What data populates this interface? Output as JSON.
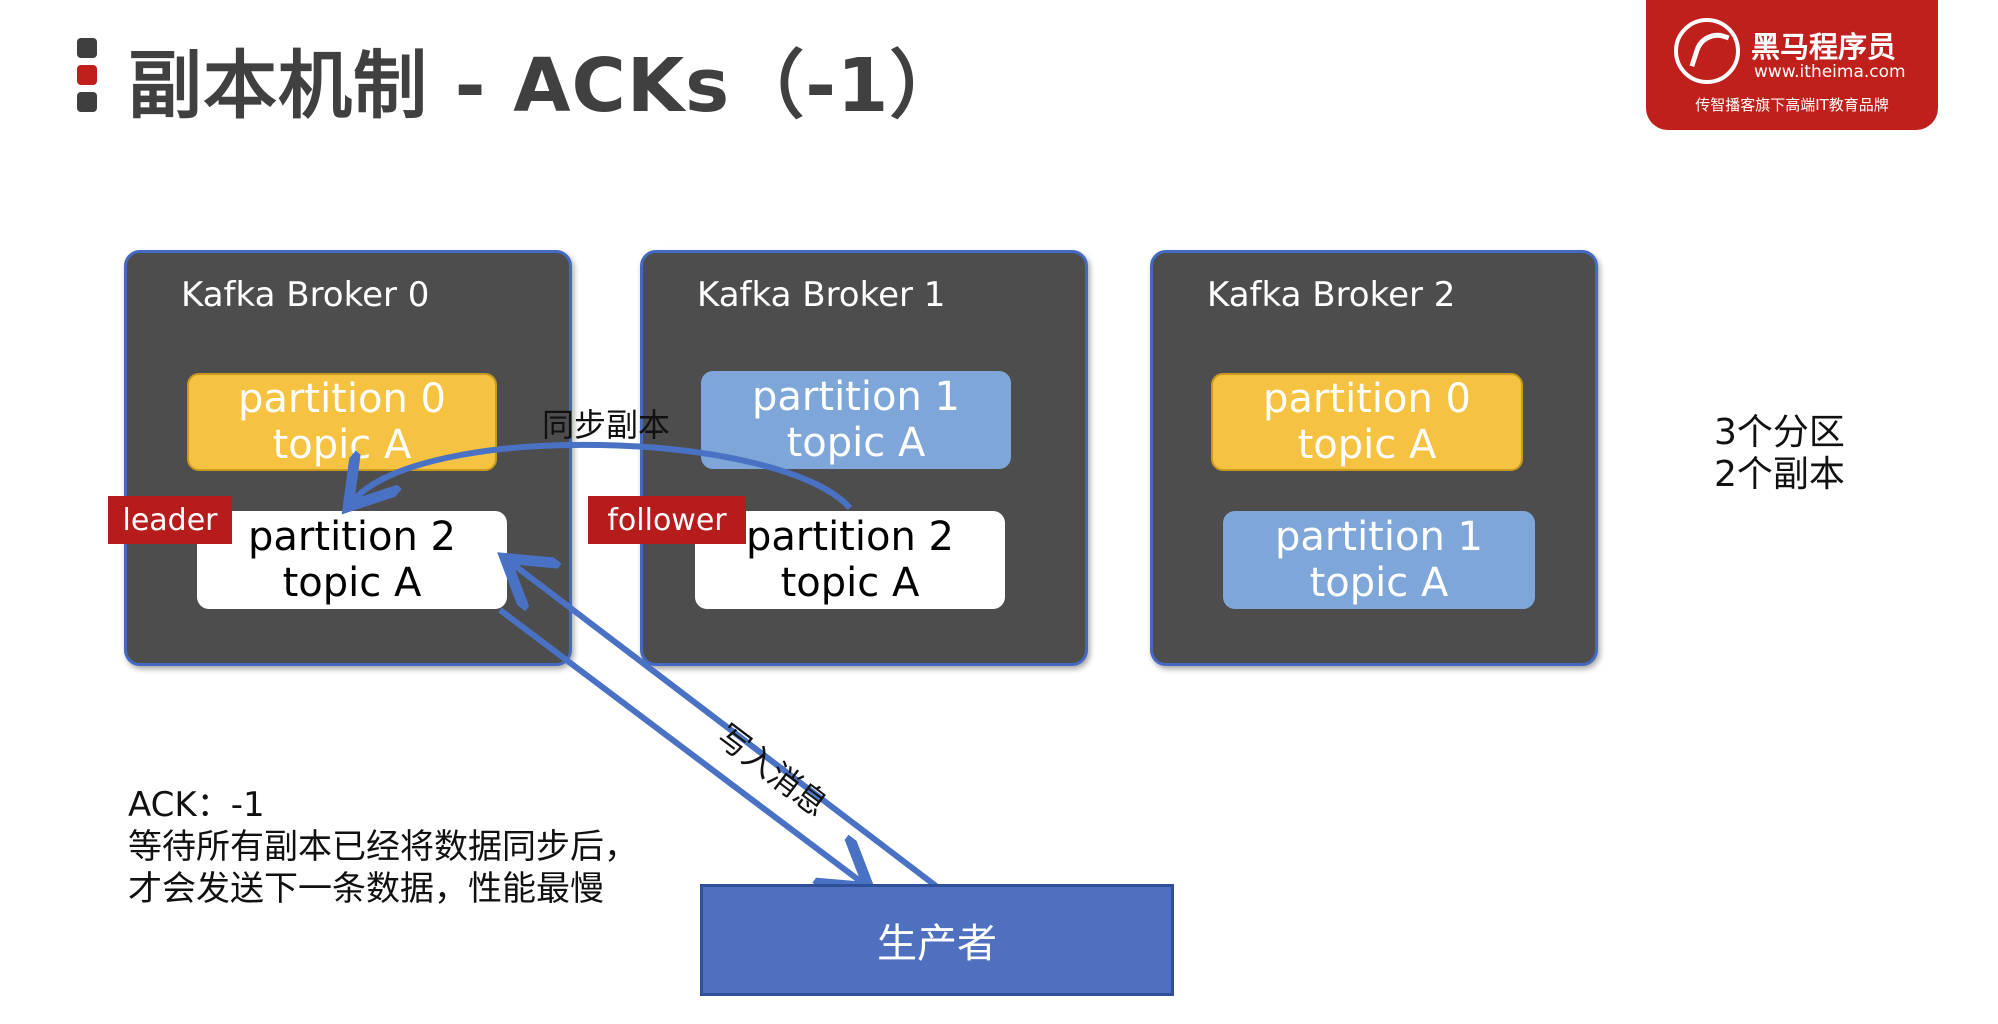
{
  "title": "副本机制 - ACKs（-1）",
  "logo": {
    "name": "黑马程序员",
    "url": "www.itheima.com",
    "slogan": "传智播客旗下高端IT教育品牌"
  },
  "brokers": [
    {
      "title": "Kafka Broker 0",
      "partitions": [
        {
          "line1": "partition 0",
          "line2": "topic A",
          "color": "#f5c242"
        },
        {
          "line1": "partition 2",
          "line2": "topic A",
          "color": "#ffffff"
        }
      ],
      "tag": "leader"
    },
    {
      "title": "Kafka Broker 1",
      "partitions": [
        {
          "line1": "partition 1",
          "line2": "topic A",
          "color": "#7ea6d8"
        },
        {
          "line1": "partition 2",
          "line2": "topic A",
          "color": "#ffffff"
        }
      ],
      "tag": "follower"
    },
    {
      "title": "Kafka Broker 2",
      "partitions": [
        {
          "line1": "partition 0",
          "line2": "topic A",
          "color": "#f5c242"
        },
        {
          "line1": "partition 1",
          "line2": "topic A",
          "color": "#7ea6d8"
        }
      ]
    }
  ],
  "sync_label": "同步副本",
  "write_label": "写入消息",
  "side_note": {
    "line1": "3个分区",
    "line2": "2个副本"
  },
  "ack_note": {
    "line1": "ACK：-1",
    "line2": "等待所有副本已经将数据同步后，",
    "line3": "才会发送下一条数据，性能最慢"
  },
  "producer": "生产者",
  "colors": {
    "accent": "#c0201c",
    "arrow": "#4a72c4",
    "broker": "#4d4d4d",
    "producer": "#4e70be"
  }
}
